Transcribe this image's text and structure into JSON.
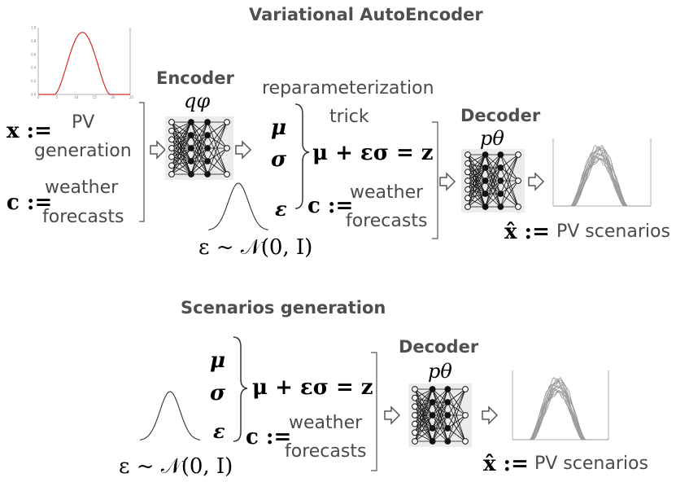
{
  "titles": {
    "vae": "Variational AutoEncoder",
    "scenarios": "Scenarios generation"
  },
  "vae": {
    "x_lhs": "x :=",
    "x_desc_1": "PV",
    "x_desc_2": "generation",
    "c_lhs": "c :=",
    "c_desc_1": "weather",
    "c_desc_2": "forecasts",
    "encoder_label": "Encoder",
    "encoder_symbol": "qφ",
    "mu": "μ",
    "sigma": "σ",
    "epsilon": "ε",
    "reparam_1": "reparameterization",
    "reparam_2": "trick",
    "z_equation": "μ + εσ = z",
    "c2_lhs": "c :=",
    "c2_desc_1": "weather",
    "c2_desc_2": "forecasts",
    "eps_dist": "ε ~ 𝒩(0, I)",
    "decoder_label": "Decoder",
    "decoder_symbol": "pθ",
    "xhat_lhs": "x̂ :=",
    "xhat_desc": "PV scenarios"
  },
  "gen": {
    "mu": "μ",
    "sigma": "σ",
    "epsilon": "ε",
    "z_equation": "μ + εσ = z",
    "c_lhs": "c :=",
    "c_desc_1": "weather",
    "c_desc_2": "forecasts",
    "eps_dist": "ε ~ 𝒩(0, I)",
    "decoder_label": "Decoder",
    "decoder_symbol": "pθ",
    "xhat_lhs": "x̂ :=",
    "xhat_desc": "PV scenarios"
  },
  "plots": {
    "pv_tick_y": [
      "1.0",
      "0.8",
      "0.6",
      "0.4",
      "0.2",
      "0.0"
    ],
    "pv_tick_x": [
      "0",
      "5",
      "10",
      "15",
      "20",
      "25"
    ],
    "line_color": "#d42a2a",
    "scenario_color": "#9a9a9a"
  },
  "colors": {
    "heading": "#4f4f4f",
    "text": "#4a4a4a",
    "arrow": "#555555",
    "node": "#111111"
  }
}
